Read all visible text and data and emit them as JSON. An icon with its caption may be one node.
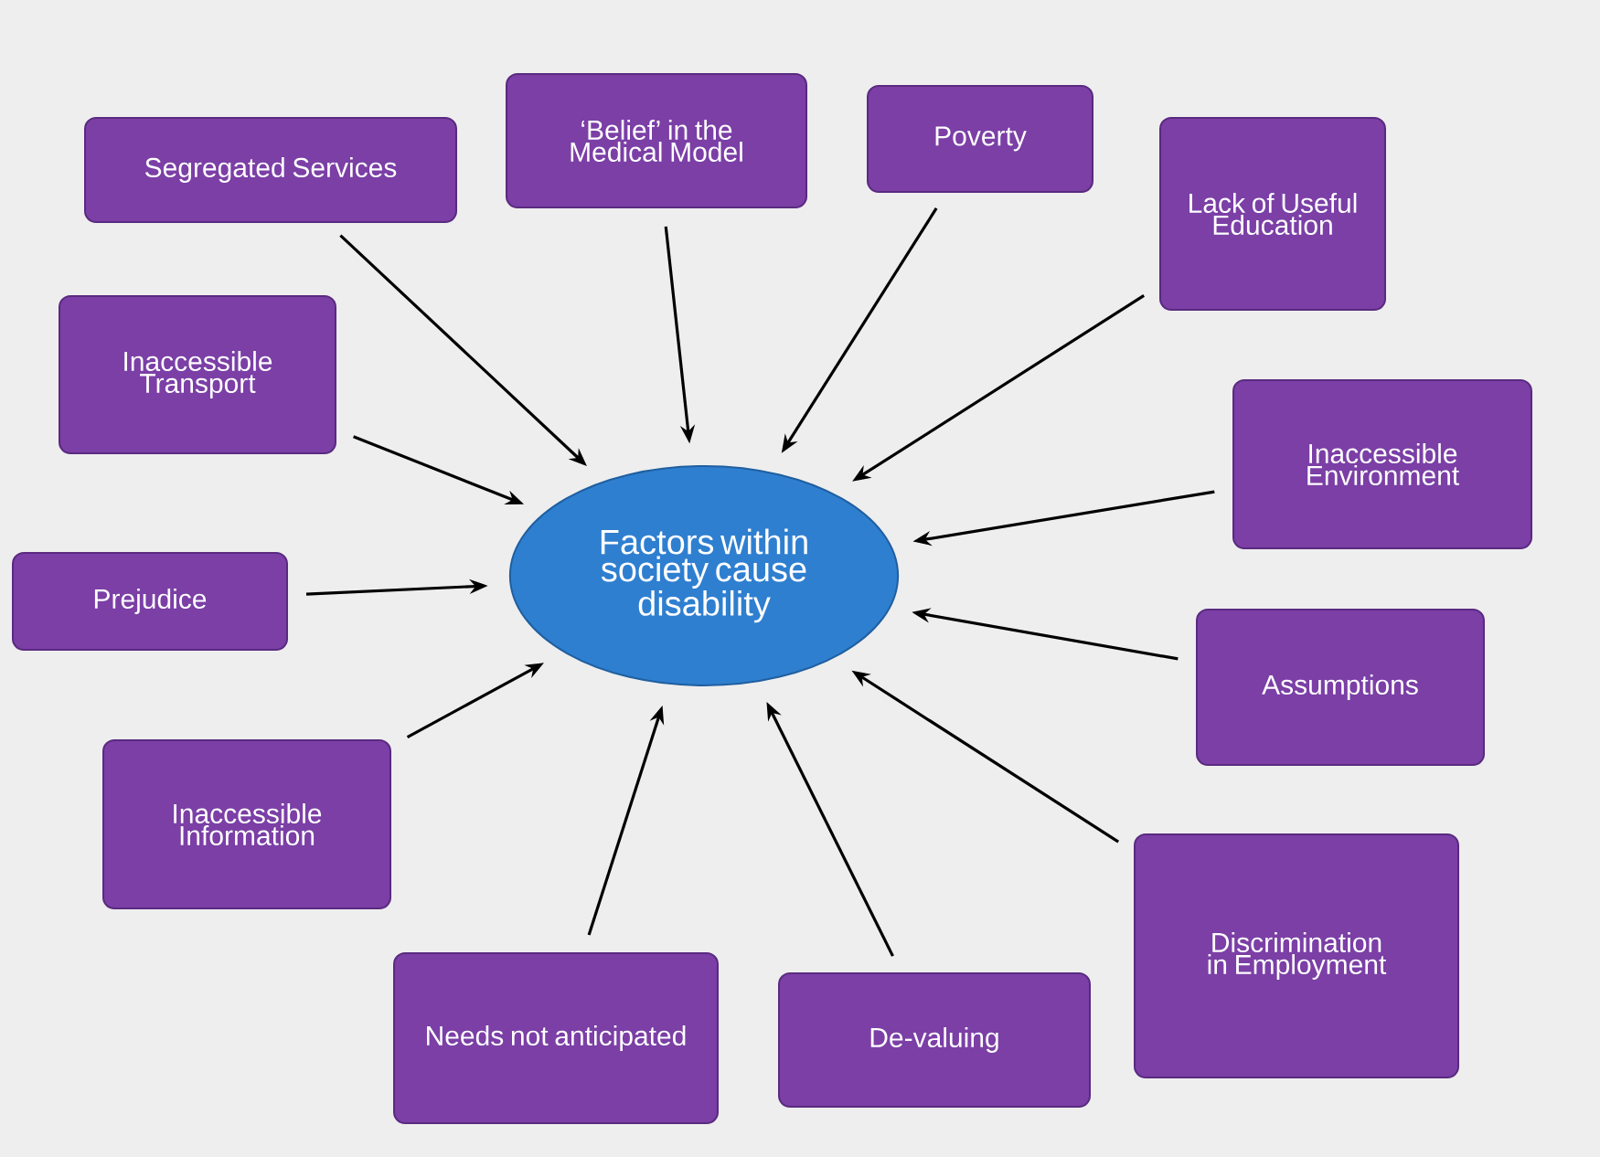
{
  "diagram": {
    "nodes": [
      {
        "text": [
          "Factors within society cause disability"
        ]
      },
      {
        "text": [
          "Segregated Services"
        ]
      },
      {
        "text": [
          "‘Belief’ in the Medical Model"
        ]
      },
      {
        "text": [
          "Poverty"
        ]
      },
      {
        "text": [
          "Lack of Useful Education"
        ]
      },
      {
        "text": [
          "Inaccessible Transport"
        ]
      },
      {
        "text": [
          "Inaccessible Environment"
        ]
      },
      {
        "text": [
          "Prejudice"
        ]
      },
      {
        "text": [
          "Assumptions"
        ]
      },
      {
        "text": [
          "Inaccessible Information"
        ]
      },
      {
        "text": [
          "Discrimination in Employment"
        ]
      },
      {
        "text": [
          "Needs not anticipated"
        ]
      },
      {
        "text": [
          "De-valuing"
        ]
      }
    ],
    "edges": [
      {
        "from": 1,
        "to": 0,
        "arrow": "to"
      },
      {
        "from": 2,
        "to": 0,
        "arrow": "to"
      },
      {
        "from": 3,
        "to": 0,
        "arrow": "to"
      },
      {
        "from": 4,
        "to": 0,
        "arrow": "to"
      },
      {
        "from": 5,
        "to": 0,
        "arrow": "to"
      },
      {
        "from": 6,
        "to": 0,
        "arrow": "to"
      },
      {
        "from": 7,
        "to": 0,
        "arrow": "to"
      },
      {
        "from": 8,
        "to": 0,
        "arrow": "to"
      },
      {
        "from": 9,
        "to": 0,
        "arrow": "to"
      },
      {
        "from": 10,
        "to": 0,
        "arrow": "to"
      },
      {
        "from": 11,
        "to": 0,
        "arrow": "to"
      },
      {
        "from": 12,
        "to": 0,
        "arrow": "to"
      }
    ]
  }
}
